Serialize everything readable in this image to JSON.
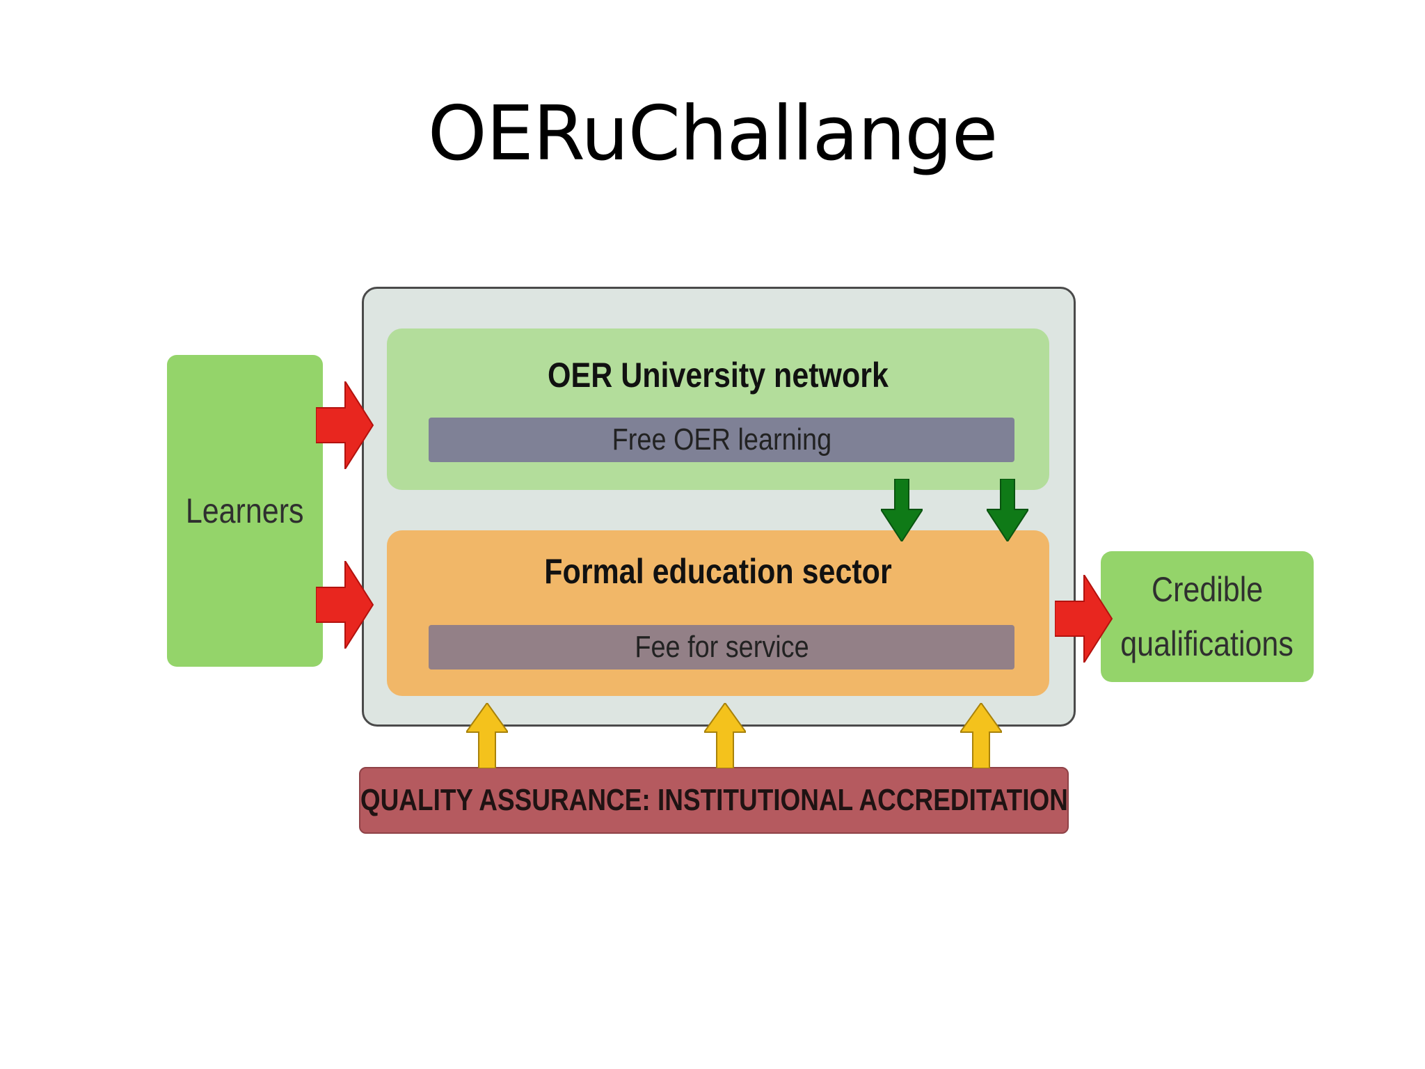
{
  "slide": {
    "title": "OERuChallange"
  },
  "diagram": {
    "learners": "Learners",
    "oer_network": {
      "heading": "OER University network",
      "bar": "Free OER learning"
    },
    "formal_sector": {
      "heading": "Formal education sector",
      "bar": "Fee for service"
    },
    "outcome": {
      "line1": "Credible",
      "line2": "qualifications"
    },
    "quality_assurance": "QUALITY ASSURANCE: INSTITUTIONAL ACCREDITATION"
  },
  "colors": {
    "entry_arrow": "#e8261f",
    "flow_arrow": "#0f7a17",
    "qa_arrow": "#f4c21c",
    "green_box": "#94d46a",
    "qa_bar": "#b55a5f"
  }
}
